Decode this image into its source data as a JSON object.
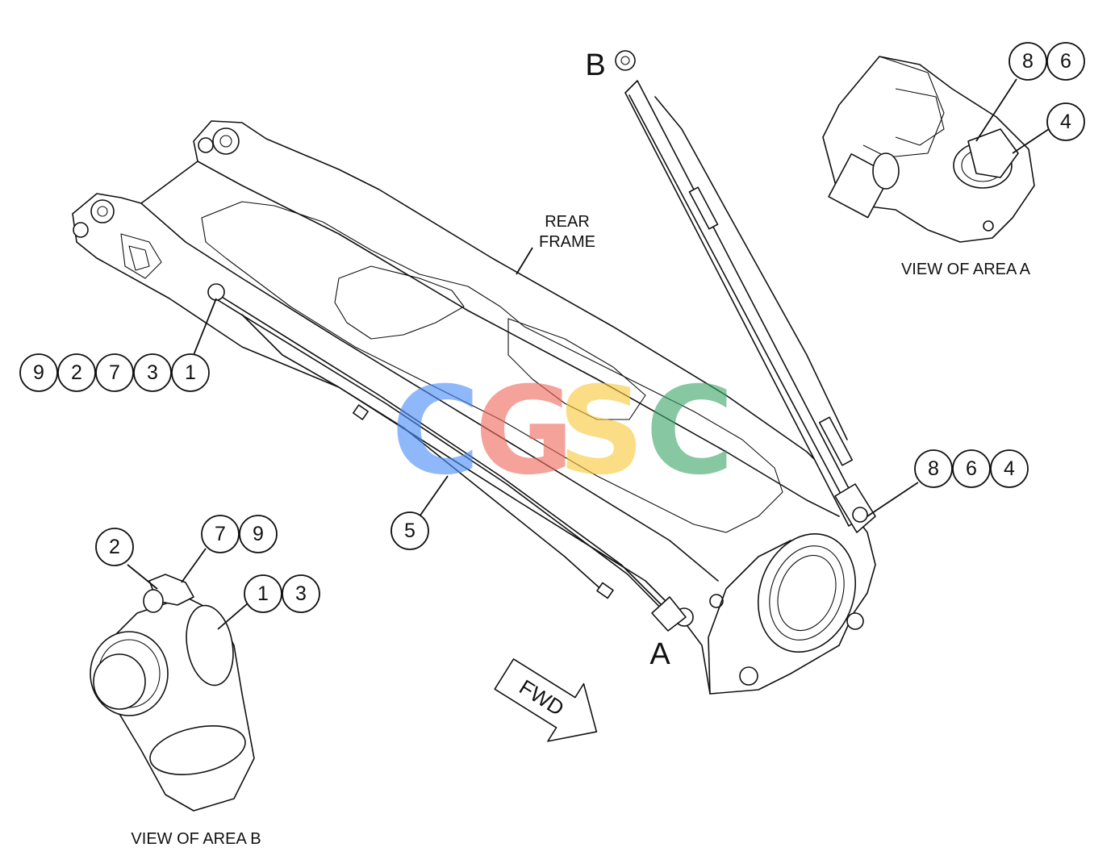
{
  "labels": {
    "rear_frame_line1": "REAR",
    "rear_frame_line2": "FRAME",
    "view_area_a": "VIEW OF AREA A",
    "view_area_b": "VIEW OF AREA B",
    "area_a_marker": "A",
    "area_b_marker": "B",
    "fwd_arrow": "FWD"
  },
  "callouts": {
    "group_left": [
      "9",
      "2",
      "7",
      "3",
      "1"
    ],
    "item_5": "5",
    "group_right": [
      "8",
      "6",
      "4"
    ],
    "view_a_top": [
      "8",
      "6"
    ],
    "view_a_single": "4",
    "view_b_single": "2",
    "view_b_pair1": [
      "7",
      "9"
    ],
    "view_b_pair2": [
      "1",
      "3"
    ]
  },
  "watermark": {
    "letters": [
      "C",
      "G",
      "S",
      "C"
    ],
    "colors": [
      "#4a8df6",
      "#f06a5f",
      "#f7c93a",
      "#3fa86b"
    ]
  }
}
